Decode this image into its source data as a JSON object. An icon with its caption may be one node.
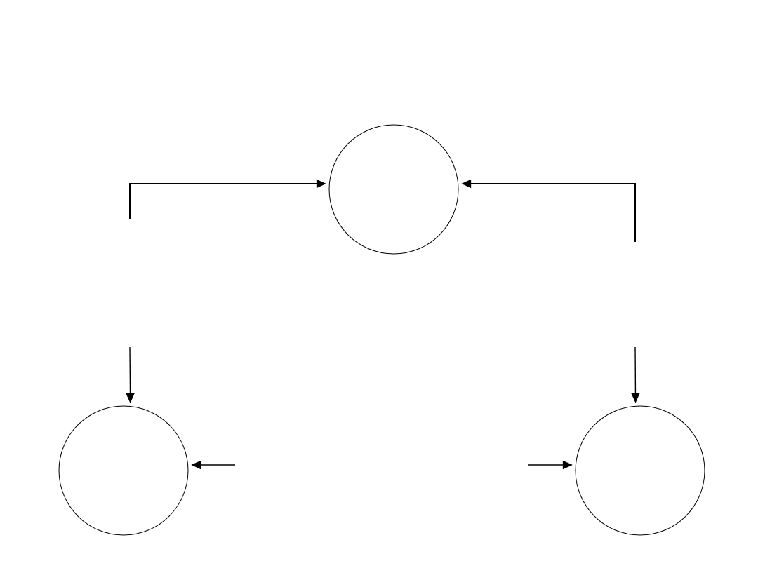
{
  "diagram": {
    "nodes": [
      {
        "text": [],
        "shape": "circle"
      },
      {
        "text": [],
        "shape": "circle"
      },
      {
        "text": [],
        "shape": "circle"
      }
    ],
    "edges": [
      {
        "from": null,
        "to": 0,
        "arrow": "to"
      },
      {
        "from": null,
        "to": 0,
        "arrow": "to"
      },
      {
        "from": null,
        "to": 1,
        "arrow": "to"
      },
      {
        "from": null,
        "to": 2,
        "arrow": "to"
      },
      {
        "from": null,
        "to": 1,
        "arrow": "to"
      },
      {
        "from": null,
        "to": 2,
        "arrow": "to"
      }
    ]
  }
}
